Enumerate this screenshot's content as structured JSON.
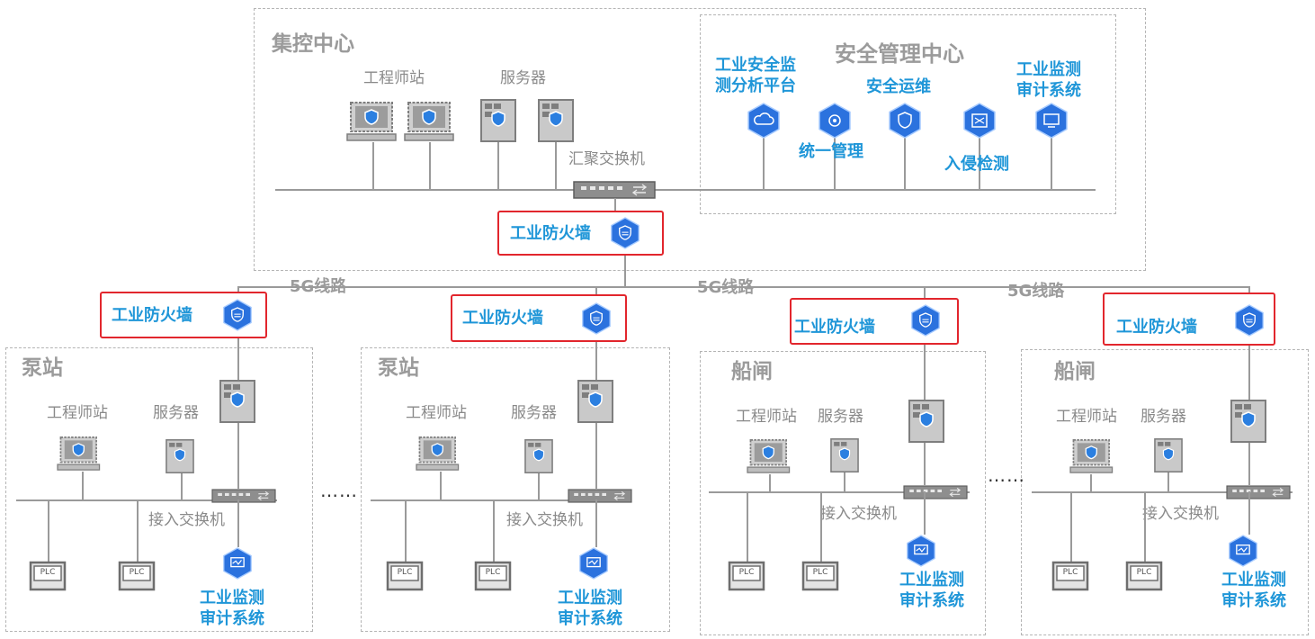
{
  "colors": {
    "accent_blue": "#1f96d8",
    "highlight_red": "#e2262d",
    "line_gray": "#9a9a9a",
    "label_gray": "#8a8a8a"
  },
  "icons": {
    "device": "shield-badge-icon",
    "hex": "hexagon-shield-icon",
    "switch": "network-switch-icon",
    "plc": "plc-icon",
    "workstation": "workstation-icon",
    "server": "server-icon"
  },
  "center": {
    "title": "集控中心",
    "engineer_station": "工程师站",
    "server": "服务器",
    "aggregation_switch": "汇聚交换机",
    "firewall": "工业防火墙"
  },
  "security_center": {
    "title": "安全管理中心",
    "monitoring_platform": "工业安全监\n测分析平台",
    "unified_management": "统一管理",
    "security_ops": "安全运维",
    "intrusion_detection": "入侵检测",
    "audit_system": "工业监测\n审计系统"
  },
  "links": {
    "five_g": "5G线路"
  },
  "sites": [
    {
      "title": "泵站",
      "firewall": "工业防火墙",
      "engineer_station": "工程师站",
      "server": "服务器",
      "access_switch": "接入交换机",
      "plc1": "PLC",
      "plc2": "PLC",
      "audit": "工业监测\n审计系统"
    },
    {
      "title": "泵站",
      "firewall": "工业防火墙",
      "engineer_station": "工程师站",
      "server": "服务器",
      "access_switch": "接入交换机",
      "plc1": "PLC",
      "plc2": "PLC",
      "audit": "工业监测\n审计系统"
    },
    {
      "title": "船闸",
      "firewall": "工业防火墙",
      "engineer_station": "工程师站",
      "server": "服务器",
      "access_switch": "接入交换机",
      "plc1": "PLC",
      "plc2": "PLC",
      "audit": "工业监测\n审计系统"
    },
    {
      "title": "船闸",
      "firewall": "工业防火墙",
      "engineer_station": "工程师站",
      "server": "服务器",
      "access_switch": "接入交换机",
      "plc1": "PLC",
      "plc2": "PLC",
      "audit": "工业监测\n审计系统"
    }
  ],
  "ellipsis": "……"
}
